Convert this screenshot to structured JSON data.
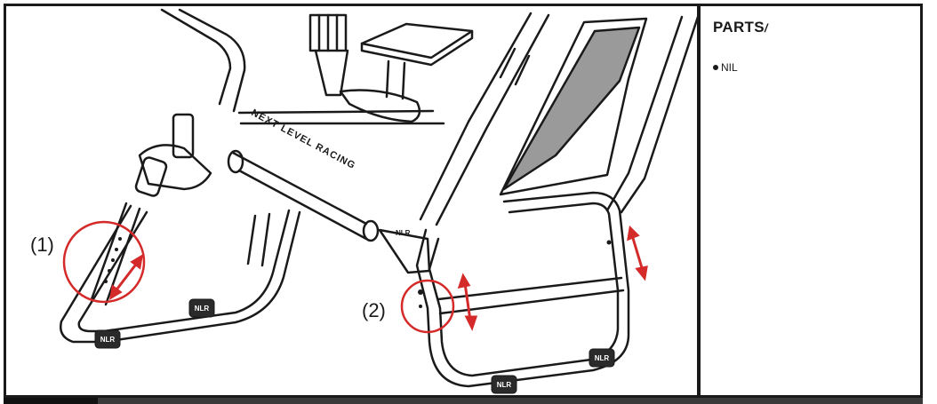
{
  "illustration": {
    "callout_1": "(1)",
    "callout_2": "(2)",
    "accent_color": "#d42a2a",
    "frame_brand": "NEXT LEVEL RACING",
    "logo_text": "NLR"
  },
  "parts_panel": {
    "title": "PARTS",
    "title_mark": "/",
    "items": [
      "NIL"
    ]
  }
}
